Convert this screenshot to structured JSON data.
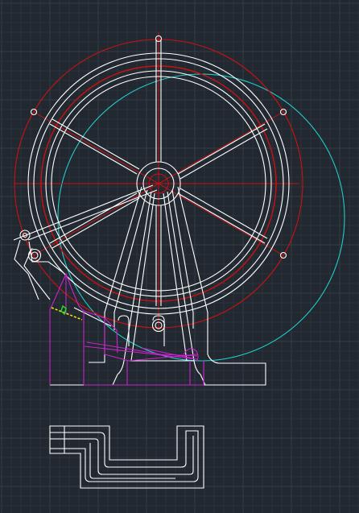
{
  "canvas": {
    "background_color": "#212830",
    "grid_minor_color": "#2a323c",
    "grid_major_color": "#333c48"
  },
  "layer_colors": {
    "geometry": "#ffffff",
    "centerline": "#cc1111",
    "construction": "#22cccc",
    "frame": "#cc22cc",
    "marker_yellow": "#ffee00",
    "marker_green": "#22dd22"
  },
  "drawing": {
    "elements": [
      "wheel-outer-circle",
      "wheel-rim-rings",
      "wheel-spokes",
      "hub",
      "construction-circle",
      "support-stand",
      "base-plate",
      "frame-outline",
      "profile-section"
    ]
  }
}
